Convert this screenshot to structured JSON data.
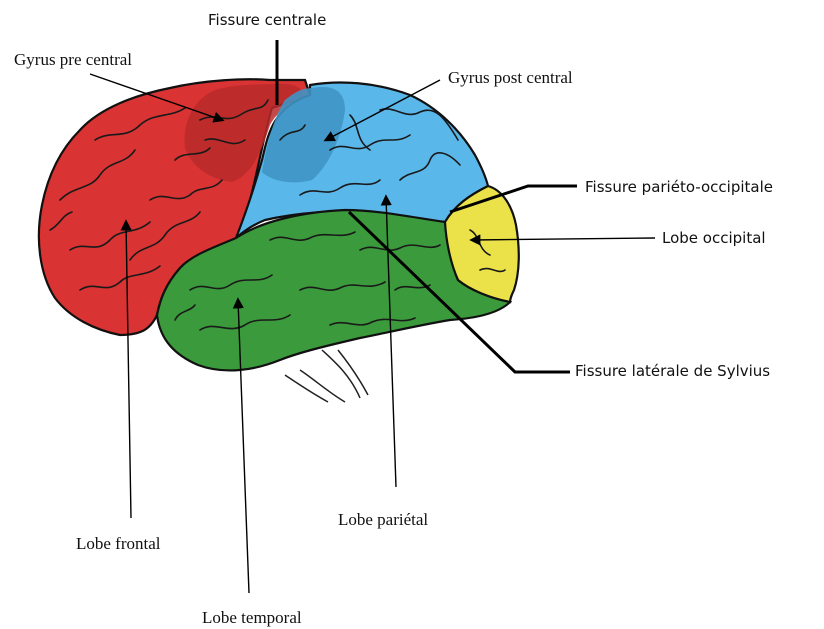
{
  "labels": {
    "fissure_centrale": "Fissure centrale",
    "gyrus_pre_central": "Gyrus pre central",
    "gyrus_post_central": "Gyrus post central",
    "fissure_parieto_occipitale": "Fissure pariéto-occipitale",
    "lobe_occipital": "Lobe occipital",
    "fissure_laterale": "Fissure latérale de Sylvius",
    "lobe_frontal": "Lobe frontal",
    "lobe_parietal": "Lobe pariétal",
    "lobe_temporal": "Lobe temporal"
  },
  "colors": {
    "frontal": "#d93333",
    "parietal": "#5ab7ea",
    "temporal": "#3b9a3b",
    "occipital": "#ebe24a",
    "precentral_highlight": "#b82a2a",
    "postcentral_highlight": "#3f95c4"
  }
}
